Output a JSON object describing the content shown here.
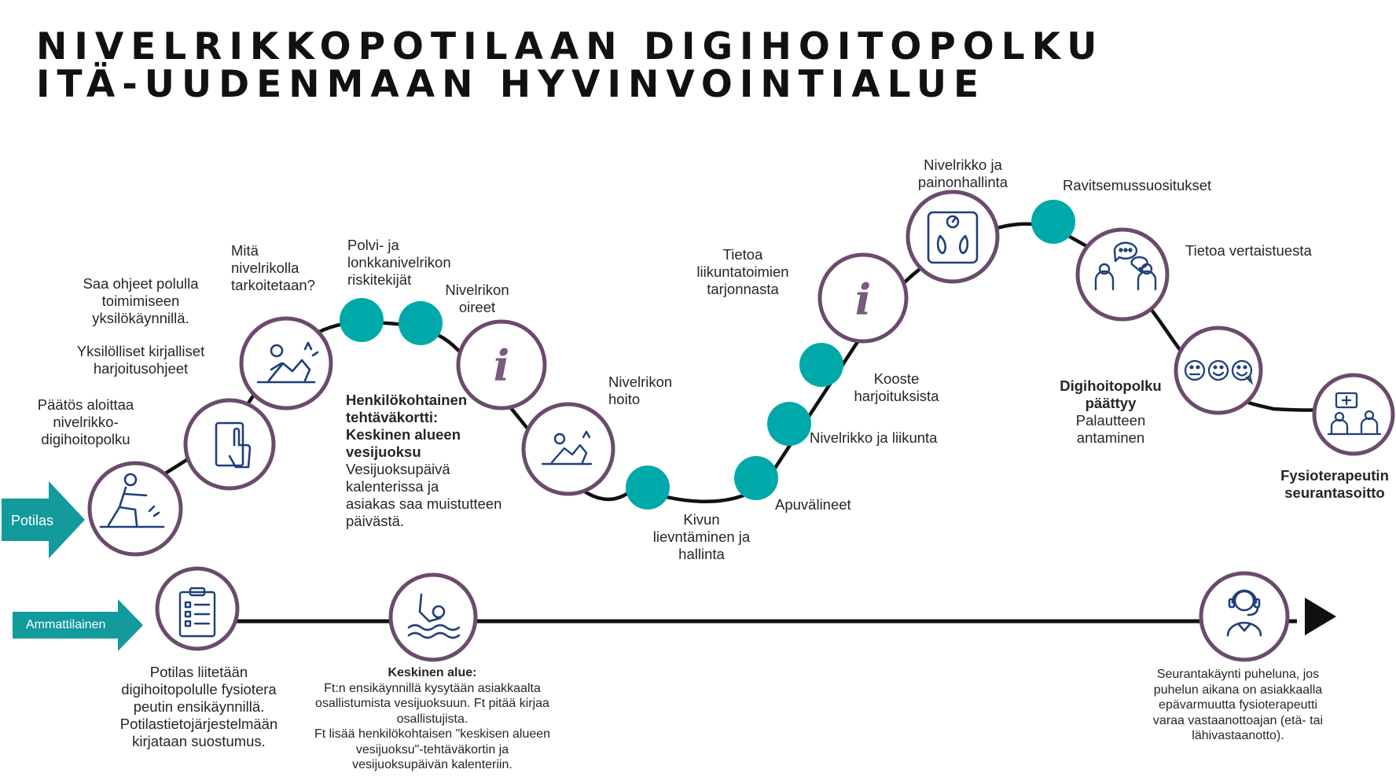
{
  "title": {
    "line1": "NIVELRIKKOPOTILAAN  DIGIHOITOPOLKU",
    "line2": "ITÄ-UUDENMAAN HYVINVOINTIALUE"
  },
  "lanes": {
    "patient": "Potilas",
    "professional": "Ammattilainen"
  },
  "patient_path": {
    "start_decision": [
      "Päätös aloittaa",
      "nivelrikko-",
      "digihoitopolku"
    ],
    "instructions": [
      "Saa ohjeet polulla",
      "toimimiseen",
      "yksilökäynnillä."
    ],
    "exercise_guides": [
      "Yksilölliset kirjalliset",
      "harjoitusohjeet"
    ],
    "what_is_oa": [
      "Mitä",
      "nivelrikolla",
      "tarkoitetaan?"
    ],
    "risk_factors": [
      "Polvi- ja",
      "lonkkanivelrikon",
      "riskitekijät"
    ],
    "symptoms": [
      "Nivelrikon",
      "oireet"
    ],
    "task_card_bold": [
      "Henkilökohtainen",
      "tehtäväkortti:",
      "Keskinen alueen",
      "vesijuoksu"
    ],
    "task_card_text": [
      "Vesijuoksupäivä",
      "kalenterissa ja",
      "asiakas saa muistutteen",
      "päivästä."
    ],
    "treatment": [
      "Nivelrikon",
      "hoito"
    ],
    "pain_relief": [
      "Kivun",
      "lievntäminen ja",
      "hallinta"
    ],
    "aids": "Apuvälineet",
    "oa_exercise": "Nivelrikko ja liikunta",
    "exercise_summary": [
      "Kooste",
      "harjoituksista"
    ],
    "exercise_services": [
      "Tietoa",
      "liikuntatoimien",
      "tarjonnasta"
    ],
    "weight_mgmt": [
      "Nivelrikko ja",
      "painonhallinta"
    ],
    "nutrition": "Ravitsemussuositukset",
    "peer_support": "Tietoa vertaistuesta",
    "path_ends_bold": [
      "Digihoitopolku",
      "päättyy"
    ],
    "feedback": [
      "Palautteen",
      "antaminen"
    ],
    "followup_call": [
      "Fysioterapeutin",
      "seurantasoitto"
    ]
  },
  "professional_path": {
    "joined": [
      "Potilas liitetään",
      "digihoitopolulle  fysiotera",
      "peutin  ensikäynnillä.",
      "Potilastietojärjestelmään",
      "kirjataan suostumus."
    ],
    "keskinen_title": "Keskinen alue:",
    "keskinen_text": [
      "Ft:n ensikäynnillä kysytään asiakkaalta",
      "osallistumista vesijuoksuun. Ft pitää kirjaa",
      "osallistujista.",
      "Ft lisää henkilökohtaisen \"keskisen alueen",
      "vesijuoksu\"-tehtäväkortin ja",
      "vesijuoksupäivän kalenteriin."
    ],
    "followup_visit": [
      "Seurantakäynti puheluna, jos",
      "puhelun aikana on asiakkaalla",
      "epävarmuutta fysioterapeutti",
      "varaa vastaanottoajan (etä- tai",
      "lähivastaanotto)."
    ]
  },
  "colors": {
    "teal": "#00a9a9",
    "arrow_teal": "#129a9c",
    "purple_ring": "#6b4b6d",
    "icon_blue": "#1f3f7a",
    "info_purple": "#7a5a7e",
    "line": "#111111"
  },
  "icons": [
    "person-kneeling-icon",
    "tablet-touch-icon",
    "person-lying-pain-icon",
    "info-icon",
    "person-lying-pain-icon",
    "info-icon",
    "weight-scale-icon",
    "conversation-group-icon",
    "feedback-faces-icon",
    "doctor-consult-icon",
    "clipboard-checklist-icon",
    "swimmer-icon",
    "headset-agent-icon"
  ]
}
